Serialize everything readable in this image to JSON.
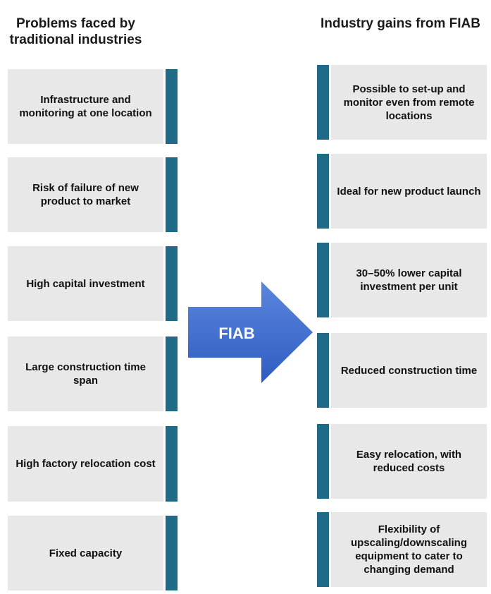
{
  "left_heading": "Problems faced by traditional industries",
  "right_heading": "Industry gains from FIAB",
  "arrow_label": "FIAB",
  "problems": [
    "Infrastructure and monitoring at one location",
    "Risk of failure of new product to market",
    "High capital investment",
    "Large construction time span",
    "High factory relocation cost",
    "Fixed capacity"
  ],
  "gains": [
    "Possible to set-up and monitor even from remote locations",
    "Ideal for new product launch",
    "30–50% lower capital investment per unit",
    "Reduced construction time",
    "Easy relocation, with reduced costs",
    "Flexibility of upscaling/downscaling equipment to cater to changing demand"
  ],
  "colors": {
    "accent_bar": "#1e6a87",
    "box_fill": "#e8e8e8",
    "arrow_top": "#5b86dd",
    "arrow_bottom": "#2f5cc2"
  }
}
